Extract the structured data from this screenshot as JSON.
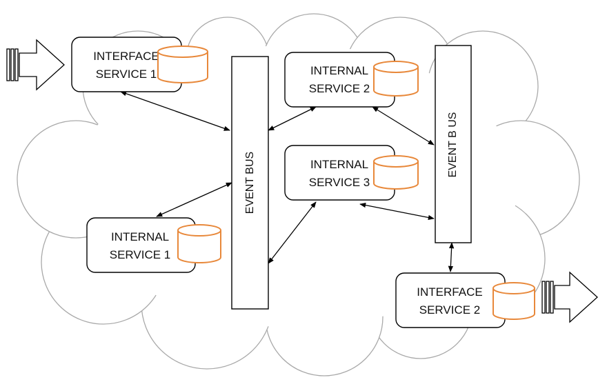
{
  "colors": {
    "cloud_stroke": "#a9a9a9",
    "database_stroke": "#e8883a",
    "box_stroke": "#000000"
  },
  "interface_service_1": {
    "line1": "INTERFACE",
    "line2": "SERVICE 1",
    "icon": "database-icon"
  },
  "interface_service_2": {
    "line1": "INTERFACE",
    "line2": "SERVICE 2",
    "icon": "database-icon"
  },
  "internal_service_1": {
    "line1": "INTERNAL",
    "line2": "SERVICE 1",
    "icon": "database-icon"
  },
  "internal_service_2": {
    "line1": "INTERNAL",
    "line2": "SERVICE 2",
    "icon": "database-icon"
  },
  "internal_service_3": {
    "line1": "INTERNAL",
    "line2": "SERVICE 3",
    "icon": "database-icon"
  },
  "event_bus_left": {
    "label": "EVENT BUS"
  },
  "event_bus_right": {
    "label": "EVENT B US"
  }
}
